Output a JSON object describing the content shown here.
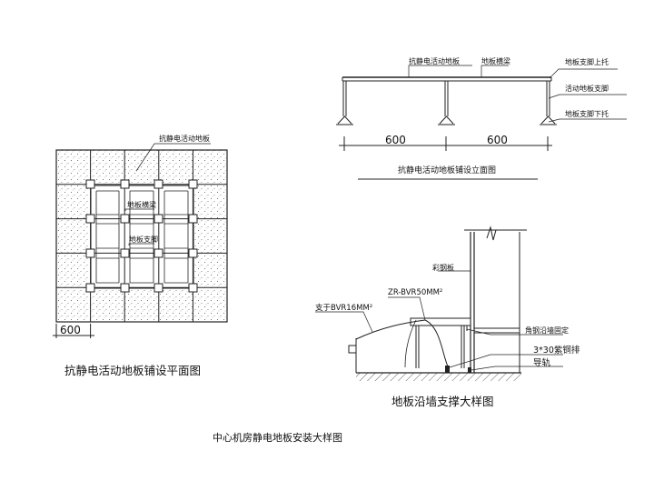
{
  "plan": {
    "label_floor": "抗静电活动地板",
    "label_beam": "地板横梁",
    "label_support": "地板支脚",
    "dimension": "600",
    "title": "抗静电活动地板铺设平面图"
  },
  "elevation": {
    "label_floor": "抗静电活动地板",
    "label_beam": "地板横梁",
    "label_top_bracket": "地板支脚上托",
    "label_support": "活动地板支脚",
    "label_bottom_bracket": "地板支脚下托",
    "dim_left": "600",
    "dim_right": "600",
    "title": "抗静电活动地板铺设立面图"
  },
  "detail": {
    "label_steel_plate": "彩钢板",
    "label_cable": "ZR-BVR50MM²",
    "label_ground_wire": "支于BVR16MM²",
    "label_angle": "角钢沿墙固定",
    "label_copper": "3*30紫铜排",
    "label_rail": "导轨",
    "title": "地板沿墙支撑大样图"
  },
  "main_title": "中心机房静电地板安装大样图"
}
